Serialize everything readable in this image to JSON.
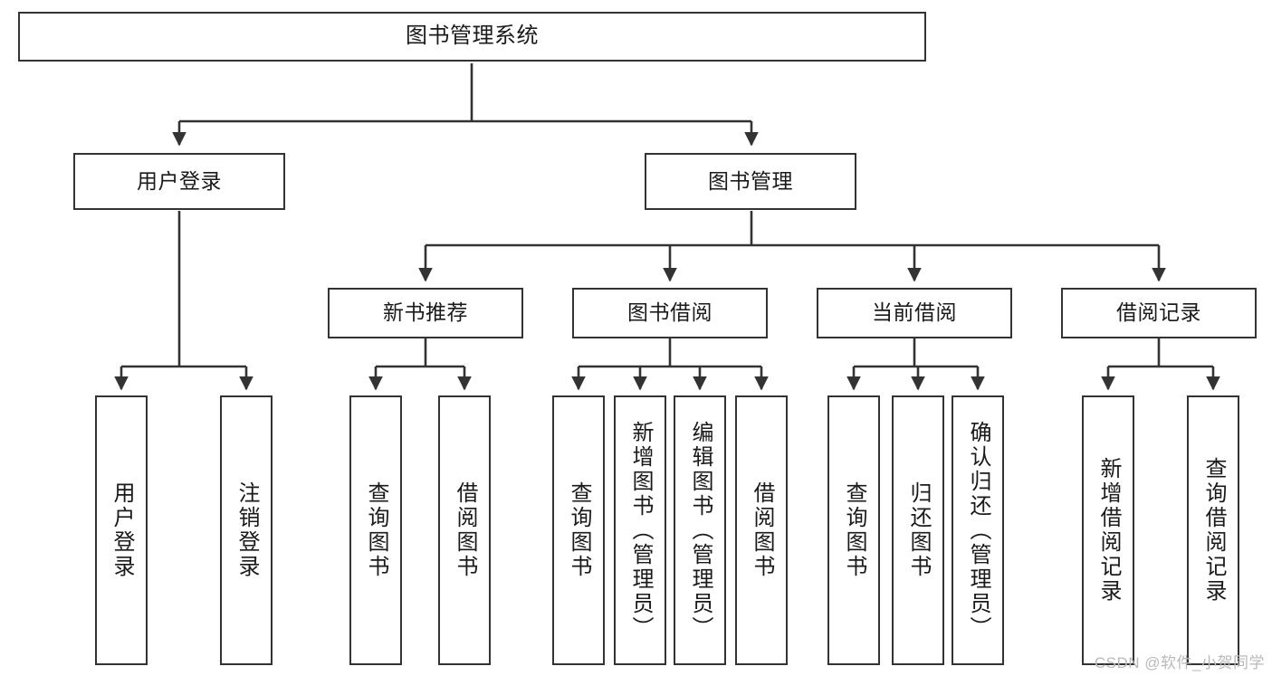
{
  "diagram": {
    "title": "图书管理系统",
    "type": "tree-structure-chart",
    "colors": {
      "box_border": "#333333",
      "box_fill": "#ffffff",
      "edge": "#333333",
      "text": "#1a1a1a",
      "watermark": "#b9b9b9",
      "background": "#ffffff"
    },
    "watermark": "CSDN @软件_小贺同学",
    "nodes": {
      "root": {
        "label": "图书管理系统"
      },
      "level2": [
        {
          "label": "用户登录"
        },
        {
          "label": "图书管理"
        }
      ],
      "level3": [
        {
          "label": "新书推荐"
        },
        {
          "label": "图书借阅"
        },
        {
          "label": "当前借阅"
        },
        {
          "label": "借阅记录"
        }
      ],
      "leaves": {
        "user_login": [
          {
            "label": "用户登录"
          },
          {
            "label": "注销登录"
          }
        ],
        "new_book_recommend": [
          {
            "label": "查询图书"
          },
          {
            "label": "借阅图书"
          }
        ],
        "book_borrow": [
          {
            "label": "查询图书"
          },
          {
            "label": "新增图书（管理员）"
          },
          {
            "label": "编辑图书（管理员）"
          },
          {
            "label": "借阅图书"
          }
        ],
        "current_borrow": [
          {
            "label": "查询图书"
          },
          {
            "label": "归还图书"
          },
          {
            "label": "确认归还（管理员）"
          }
        ],
        "borrow_record": [
          {
            "label": "新增借阅记录"
          },
          {
            "label": "查询借阅记录"
          }
        ]
      }
    }
  }
}
